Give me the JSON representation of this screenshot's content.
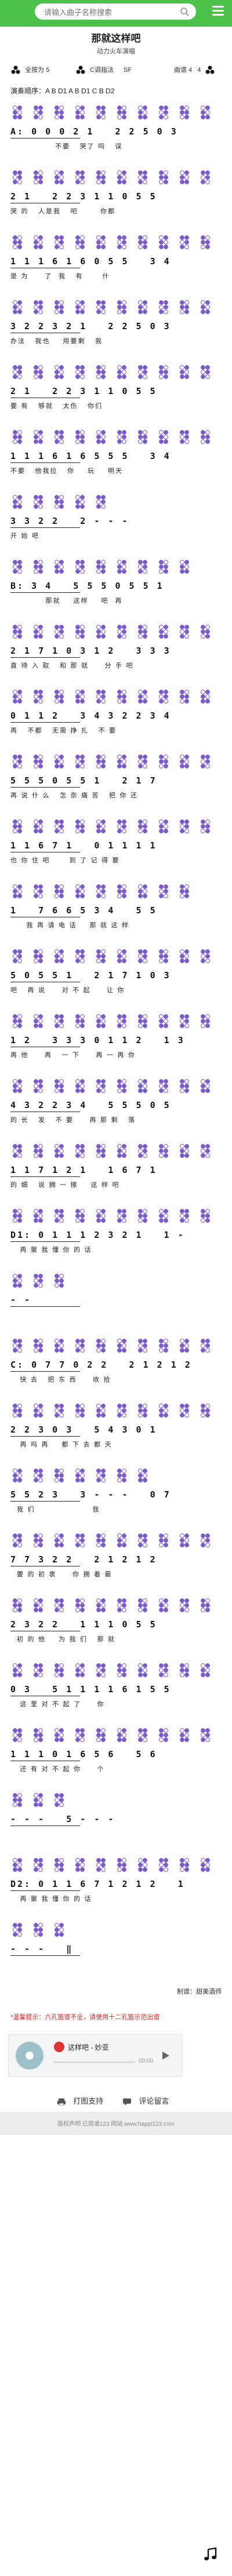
{
  "search": {
    "placeholder": "请输入曲子名称搜索"
  },
  "header": {
    "title": "那就这样吧",
    "subtitle": "动力火车演唱",
    "key_label": "全按为 5",
    "key_tune": "C调指法",
    "key_right": "SF",
    "beat_label": "曲谱 4",
    "beat_top": "4",
    "order": "演奏顺序：A B D1 A B D1 C B D2"
  },
  "lines": [
    {
      "notes": "A: 0 0 0 2 1   2 2 5 0 3",
      "lyrics": "              不要   哭了 吗   误"
    },
    {
      "notes": "2 1   2 2 3 1 1 0 5 5",
      "lyrics": "哭 的   人是我   吧       你都"
    },
    {
      "notes": "1 1 1 6 1 6 0 5 5   3 4",
      "lyrics": "是 为     了  我   有      什"
    },
    {
      "notes": "3 2 2 3 2 1   2 2 5 0 3",
      "lyrics": "办法   我也    用要剩   我"
    },
    {
      "notes": "2 1   2 2 3 1 1 0 5 5",
      "lyrics": "要 有   够就   太伤   你们"
    },
    {
      "notes": "1 1 1 6 1 6 5 5 5   3 4",
      "lyrics": "不要   他我拉   你    玩    明天"
    },
    {
      "notes": "3 3 2 2   2 - - -",
      "lyrics": "开 始 吧"
    },
    {
      "notes": "B: 3 4   5 5 5 0 5 5 1",
      "lyrics": "           那就    这样    吧  再   "
    },
    {
      "notes": "2 1 7 1 0 3 1 2   3 3 3",
      "lyrics": "直 待 入 取   和 那 就     分 手 吧"
    },
    {
      "notes": "0 1 1 2   3 4 3 2 2 3 4",
      "lyrics": "再   不都   无需 挣 扎   不 要"
    },
    {
      "notes": "5 5 5 0 5 5 1   2 1 7",
      "lyrics": "再 说 什 么   怎 奈 痛 苦   把 你 还"
    },
    {
      "notes": "1 1 6 7 1   0 1 1 1 1",
      "lyrics": "也 你 住 吧      到 了 记 得 要"
    },
    {
      "notes": "1   7 6 6 5 3 4   5 5",
      "lyrics": "     我 再 请 电 话    那 就 这 样"
    },
    {
      "notes": "5 0 5 5 1   2 1 7 1 0 3",
      "lyrics": "吧   再 说     对 不 起     让 你"
    },
    {
      "notes": "1 2   3 3 3 0 1 1 2   1 3",
      "lyrics": "再 他     再   一 下     再 一 再 你"
    },
    {
      "notes": "4 3 2 2 3 4   5 5 5 0 5",
      "lyrics": "的 长   发   不 要     再 那 剩   落"
    },
    {
      "notes": "1 1 7 1 2 1   1 6 7 1",
      "lyrics": "的 细   说 拥 一 擦    这 样 吧"
    },
    {
      "notes": "D1: 0 1 1 1 2 3 2 1   1 -",
      "lyrics": "   再 聚 我 懂 你 的 话"
    },
    {
      "notes": "- -",
      "lyrics": ""
    },
    {
      "notes": "C: 0 7 7 0 2 2   2 1 2 1 2",
      "lyrics": "   快 去   把 东 西     收 拾"
    },
    {
      "notes": "2 2 3 0 3   5 4 3 0 1",
      "lyrics": "   再 吗 再    都 下 去 都 天"
    },
    {
      "notes": "5 5 2 3   3 - - -   0 7",
      "lyrics": "  我 们                  我"
    },
    {
      "notes": "7 7 3 2 2   2 1 2 1 2",
      "lyrics": "  要 的 初 衷     你 拥 着 最"
    },
    {
      "notes": "2 3 2 2   1 1 1 0 5 5",
      "lyrics": "  初 的 他    为 我 们   那 就"
    },
    {
      "notes": "0 3   5 1 1 1 1 6 1 5 5",
      "lyrics": "   这 里 对 不 起 了     你"
    },
    {
      "notes": "1 1 1 0 1 6 5 6   5 6",
      "lyrics": "   还 有 对 不 起 你     个"
    },
    {
      "notes": "- - -   5 - - -",
      "lyrics": ""
    },
    {
      "notes": "D2: 0 1 1 6 7 1 2 1 2   1",
      "lyrics": "   再 聚 我 懂 你 的 话"
    },
    {
      "notes": "- - -   ‖",
      "lyrics": ""
    }
  ],
  "bottom": {
    "produce": "制谱：甜美酒师",
    "warning": "*温馨提示：六孔笛谱不全，请使用十二孔笛示范出谱",
    "song_title": "这样吧 - 妙亚",
    "time": "00:00",
    "print_label": "打图支持",
    "comment_label": "评论留言",
    "footer": "版权声明   已简谱123 网站 www.happi123.com"
  }
}
